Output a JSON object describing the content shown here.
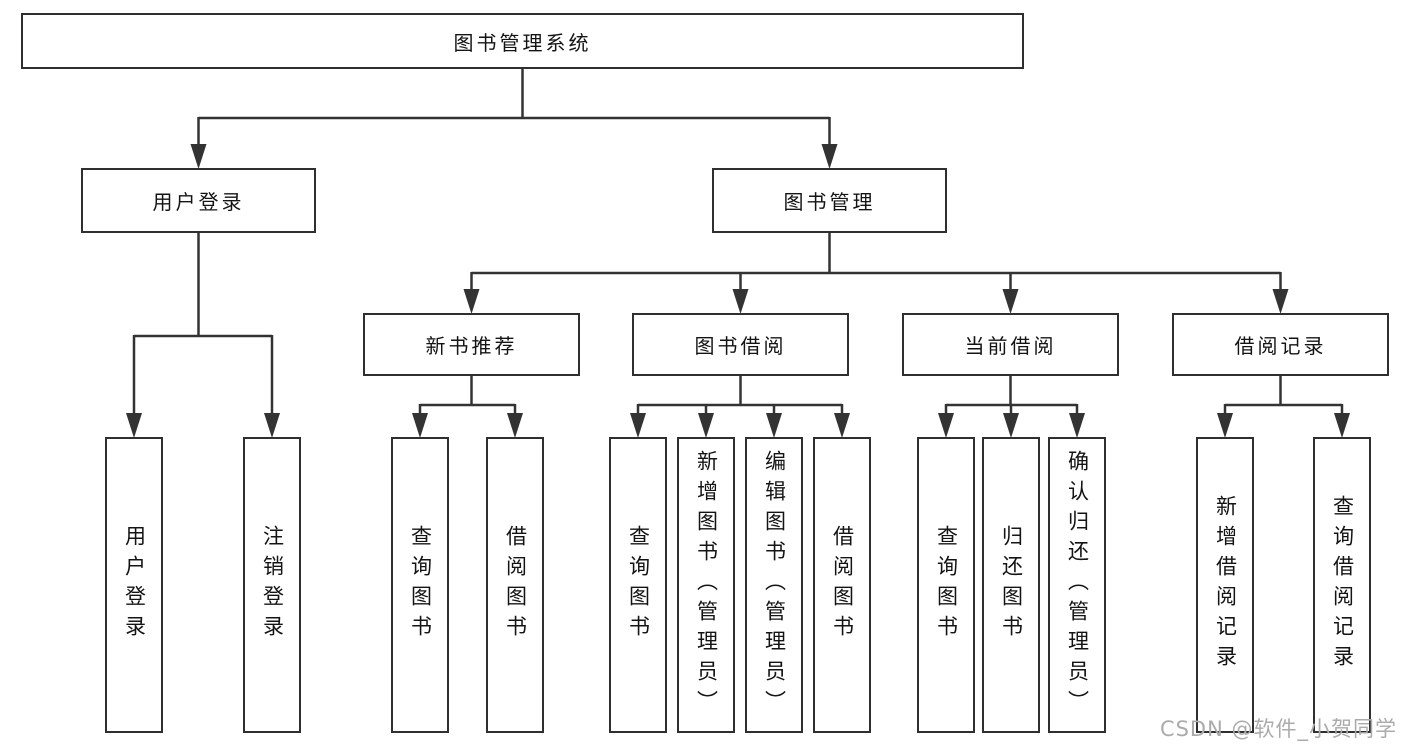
{
  "diagram_title": "图书管理系统",
  "nodes": [
    {
      "id": "root",
      "parent": null,
      "label": "图书管理系统",
      "orientation": "horizontal"
    },
    {
      "id": "user-login",
      "parent": "root",
      "label": "用户登录",
      "orientation": "horizontal"
    },
    {
      "id": "book-mgmt",
      "parent": "root",
      "label": "图书管理",
      "orientation": "horizontal"
    },
    {
      "id": "new-book-rec",
      "parent": "book-mgmt",
      "label": "新书推荐",
      "orientation": "horizontal"
    },
    {
      "id": "book-borrow",
      "parent": "book-mgmt",
      "label": "图书借阅",
      "orientation": "horizontal"
    },
    {
      "id": "current-borrow",
      "parent": "book-mgmt",
      "label": "当前借阅",
      "orientation": "horizontal"
    },
    {
      "id": "borrow-records",
      "parent": "book-mgmt",
      "label": "借阅记录",
      "orientation": "horizontal"
    },
    {
      "id": "leaf-user-login",
      "parent": "user-login",
      "label": "用户登录",
      "orientation": "vertical"
    },
    {
      "id": "leaf-logout",
      "parent": "user-login",
      "label": "注销登录",
      "orientation": "vertical"
    },
    {
      "id": "leaf-nbr-query",
      "parent": "new-book-rec",
      "label": "查询图书",
      "orientation": "vertical"
    },
    {
      "id": "leaf-nbr-borrow",
      "parent": "new-book-rec",
      "label": "借阅图书",
      "orientation": "vertical"
    },
    {
      "id": "leaf-bb-query",
      "parent": "book-borrow",
      "label": "查询图书",
      "orientation": "vertical"
    },
    {
      "id": "leaf-bb-add",
      "parent": "book-borrow",
      "label": "新增图书（管理员）",
      "orientation": "vertical"
    },
    {
      "id": "leaf-bb-edit",
      "parent": "book-borrow",
      "label": "编辑图书（管理员）",
      "orientation": "vertical"
    },
    {
      "id": "leaf-bb-borrow",
      "parent": "book-borrow",
      "label": "借阅图书",
      "orientation": "vertical"
    },
    {
      "id": "leaf-cb-query",
      "parent": "current-borrow",
      "label": "查询图书",
      "orientation": "vertical"
    },
    {
      "id": "leaf-cb-return",
      "parent": "current-borrow",
      "label": "归还图书",
      "orientation": "vertical"
    },
    {
      "id": "leaf-cb-confirm",
      "parent": "current-borrow",
      "label": "确认归还（管理员）",
      "orientation": "vertical"
    },
    {
      "id": "leaf-br-add",
      "parent": "borrow-records",
      "label": "新增借阅记录",
      "orientation": "vertical"
    },
    {
      "id": "leaf-br-query",
      "parent": "borrow-records",
      "label": "查询借阅记录",
      "orientation": "vertical"
    }
  ],
  "watermark": "CSDN @软件_小贺同学",
  "colors": {
    "line": "#333333",
    "box_border": "#2f2f2f",
    "text": "#141414",
    "watermark": "#ababab",
    "background": "#ffffff"
  }
}
